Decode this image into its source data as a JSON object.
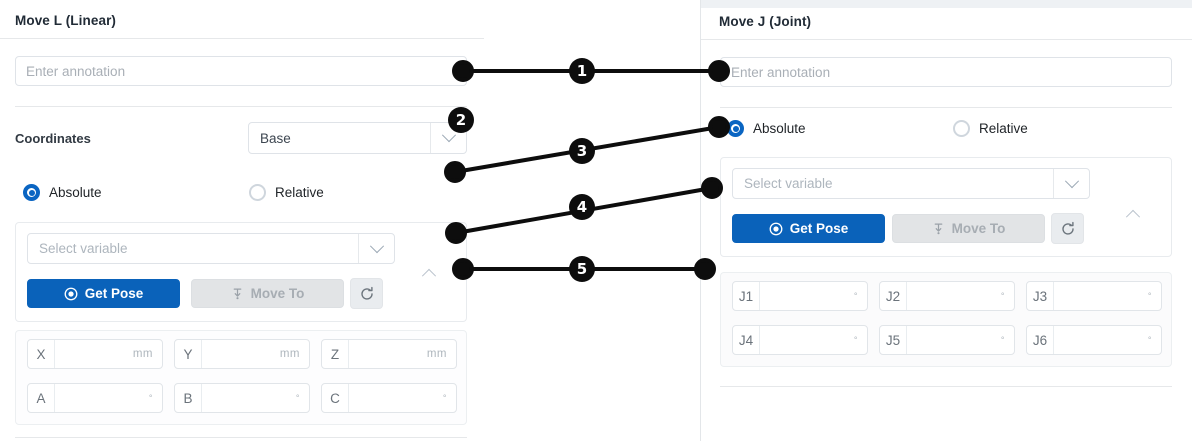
{
  "left_panel": {
    "title": "Move L (Linear)",
    "annotation_placeholder": "Enter annotation",
    "coordinates_label": "Coordinates",
    "coordinates_value": "Base",
    "mode_absolute": "Absolute",
    "mode_relative": "Relative",
    "variable_placeholder": "Select variable",
    "get_pose_label": "Get Pose",
    "move_to_label": "Move To",
    "pose_fields": [
      {
        "label": "X",
        "value": "",
        "unit": "mm"
      },
      {
        "label": "Y",
        "value": "",
        "unit": "mm"
      },
      {
        "label": "Z",
        "value": "",
        "unit": "mm"
      },
      {
        "label": "A",
        "value": "",
        "unit": "°"
      },
      {
        "label": "B",
        "value": "",
        "unit": "°"
      },
      {
        "label": "C",
        "value": "",
        "unit": "°"
      }
    ]
  },
  "right_panel": {
    "title": "Move J (Joint)",
    "annotation_placeholder": "Enter annotation",
    "mode_absolute": "Absolute",
    "mode_relative": "Relative",
    "variable_placeholder": "Select variable",
    "get_pose_label": "Get Pose",
    "move_to_label": "Move To",
    "joint_fields": [
      {
        "label": "J1",
        "value": "",
        "unit": "°"
      },
      {
        "label": "J2",
        "value": "",
        "unit": "°"
      },
      {
        "label": "J3",
        "value": "",
        "unit": "°"
      },
      {
        "label": "J4",
        "value": "",
        "unit": "°"
      },
      {
        "label": "J5",
        "value": "",
        "unit": "°"
      },
      {
        "label": "J6",
        "value": "",
        "unit": "°"
      }
    ]
  },
  "callouts": [
    {
      "number": "1"
    },
    {
      "number": "2"
    },
    {
      "number": "3"
    },
    {
      "number": "4"
    },
    {
      "number": "5"
    }
  ],
  "colors": {
    "accent_blue": "#0a62ba",
    "radio_blue": "#0a65c2",
    "callout_black": "#0d0d0d",
    "border_gray": "#dfe3e8",
    "placeholder_gray": "#a9afb6"
  }
}
